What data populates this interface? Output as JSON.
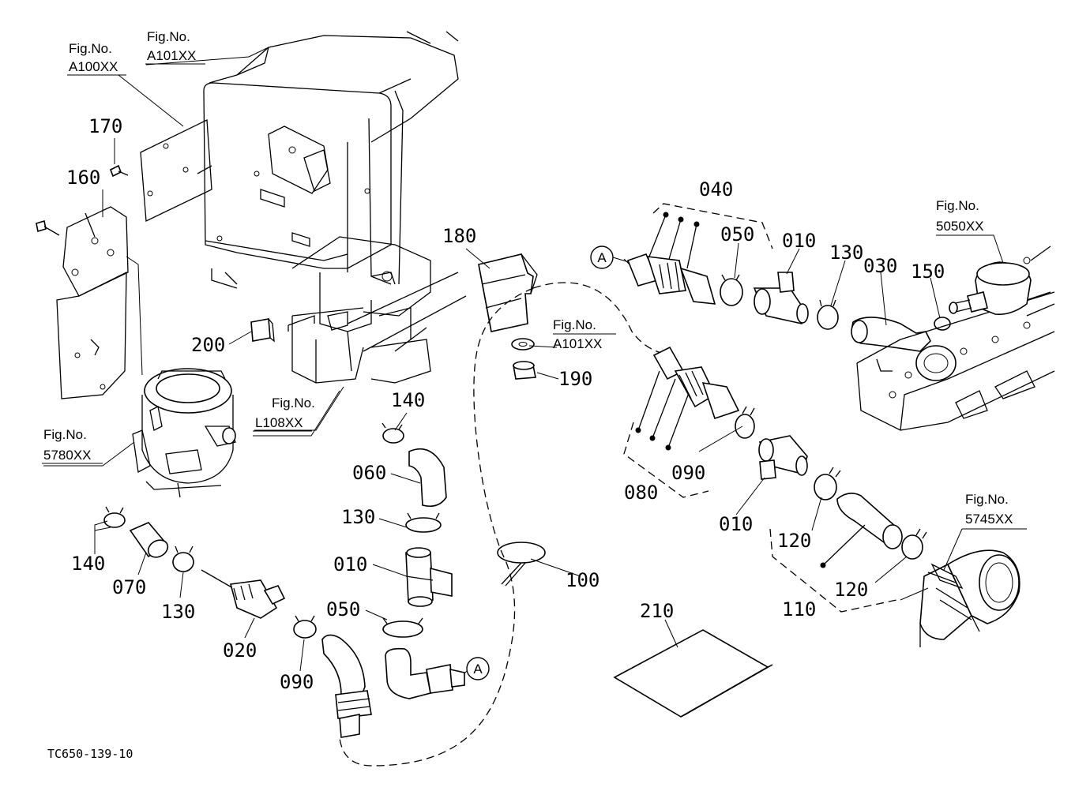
{
  "drawing_code": "TC650-139-10",
  "callouts": {
    "c010_a": "010",
    "c010_b": "010",
    "c010_c": "010",
    "c020": "020",
    "c030": "030",
    "c040": "040",
    "c050_a": "050",
    "c050_b": "050",
    "c060": "060",
    "c070": "070",
    "c080": "080",
    "c090_a": "090",
    "c090_b": "090",
    "c100": "100",
    "c110": "110",
    "c120_a": "120",
    "c120_b": "120",
    "c130_a": "130",
    "c130_b": "130",
    "c130_c": "130",
    "c140_a": "140",
    "c140_b": "140",
    "c150": "150",
    "c160": "160",
    "c170": "170",
    "c180": "180",
    "c190": "190",
    "c200": "200",
    "c210": "210"
  },
  "figure_refs": {
    "fig_label": "Fig.No.",
    "a100": "A100XX",
    "a101_top": "A101XX",
    "a101_mid": "A101XX",
    "l108": "L108XX",
    "f5780": "5780XX",
    "f5050": "5050XX",
    "f5745": "5745XX"
  },
  "connection_markers": {
    "marker_left": "A",
    "marker_bottom": "A"
  }
}
